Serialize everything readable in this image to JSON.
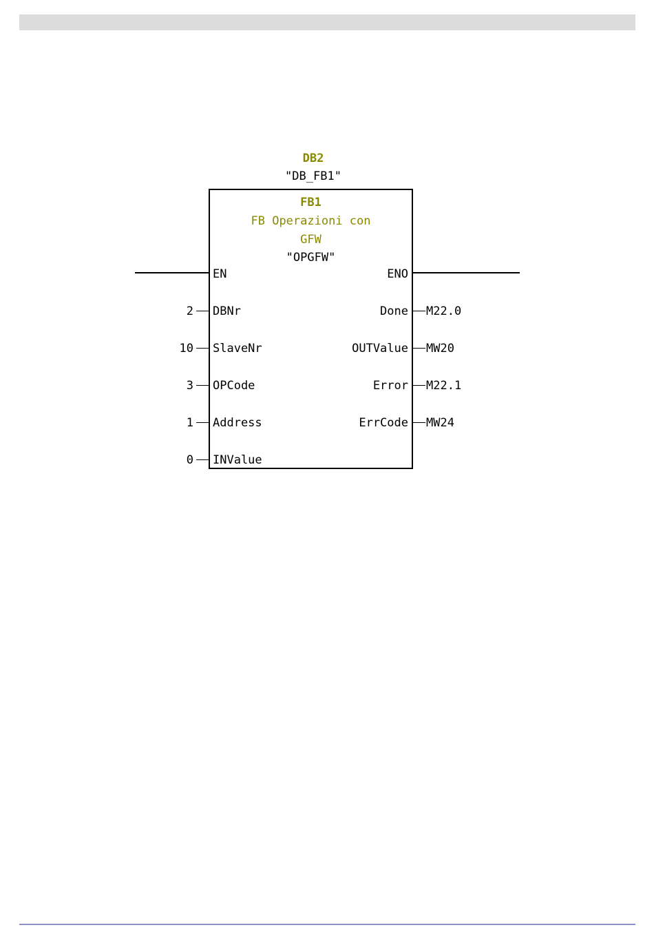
{
  "instance": {
    "db_number": "DB2",
    "db_symbol": "\"DB_FB1\""
  },
  "block": {
    "fb_number": "FB1",
    "comment_line1": "FB Operazioni con",
    "comment_line2": "GFW",
    "symbol": "\"OPGFW\"",
    "en_label": "EN",
    "eno_label": "ENO"
  },
  "inputs": [
    {
      "param": "DBNr",
      "value": "2"
    },
    {
      "param": "SlaveNr",
      "value": "10"
    },
    {
      "param": "OPCode",
      "value": "3"
    },
    {
      "param": "Address",
      "value": "1"
    },
    {
      "param": "INValue",
      "value": "0"
    }
  ],
  "outputs": [
    {
      "param": "Done",
      "value": "M22.0"
    },
    {
      "param": "OUTValue",
      "value": "MW20"
    },
    {
      "param": "Error",
      "value": "M22.1"
    },
    {
      "param": "ErrCode",
      "value": "MW24"
    }
  ],
  "colors": {
    "olive_text": "#8a8a00",
    "header_bar": "#dcdcdc",
    "footer_rule": "#8a93c4"
  }
}
